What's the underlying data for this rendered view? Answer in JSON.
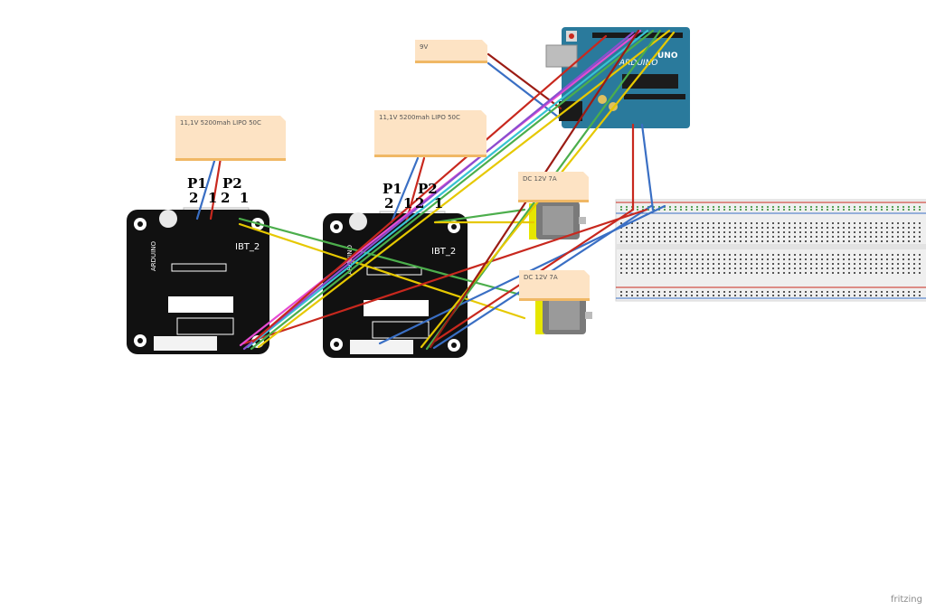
{
  "notes": {
    "battery_9v": "9V",
    "lipo_left": "11,1V 5200mah LIPO 50C",
    "lipo_right": "11,1V 5200mah LIPO 50C",
    "motor_top": "DC 12V 7A",
    "motor_bottom": "DC 12V 7A"
  },
  "driver_left": {
    "p1": "P1",
    "p1_pins": "2  1",
    "p2": "P2",
    "p2_pins": "2  1",
    "name": "IBT_2",
    "brand": "ARDUINO"
  },
  "driver_right": {
    "p1": "P1",
    "p1_pins": "2  1",
    "p2": "P2",
    "p2_pins": "2  1",
    "name": "IBT_2",
    "brand": "ARDUINO"
  },
  "arduino": {
    "brand": "ARDUINO",
    "model": "UNO"
  },
  "colors": {
    "red": "#c8281e",
    "blue": "#3a6fc4",
    "green": "#4cae4c",
    "yellow": "#e6c800",
    "pink": "#e64bd2",
    "cyan": "#37c3d2",
    "purple": "#8a4fd0",
    "dark_red": "#9b1c14",
    "board": "#111111",
    "arduino": "#2a7a9c",
    "note": "#fde3c4",
    "note_border": "#f0b865"
  },
  "watermark": "fritzing"
}
